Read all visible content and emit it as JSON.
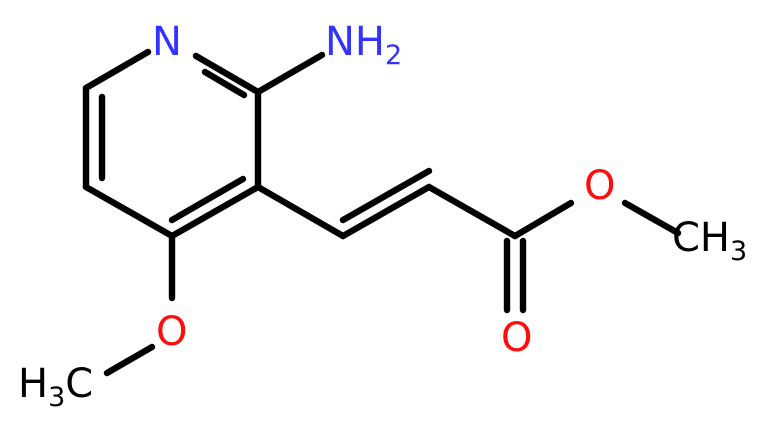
{
  "molecule": {
    "atoms": {
      "ring_n": {
        "text": "N",
        "color": "#3333ff"
      },
      "amino": {
        "main": "NH",
        "sub": "2",
        "color": "#3333ff"
      },
      "ether_o": {
        "text": "O",
        "color": "#ff0d0d"
      },
      "ester_o": {
        "text": "O",
        "color": "#ff0d0d"
      },
      "carbonyl_o": {
        "text": "O",
        "color": "#ff0d0d"
      },
      "left_methyl": {
        "main": "H",
        "sub": "3",
        "tail": "C",
        "color": "#000000"
      },
      "right_methyl": {
        "main": "CH",
        "sub": "3",
        "color": "#000000"
      }
    },
    "bond_color": "#000000"
  }
}
